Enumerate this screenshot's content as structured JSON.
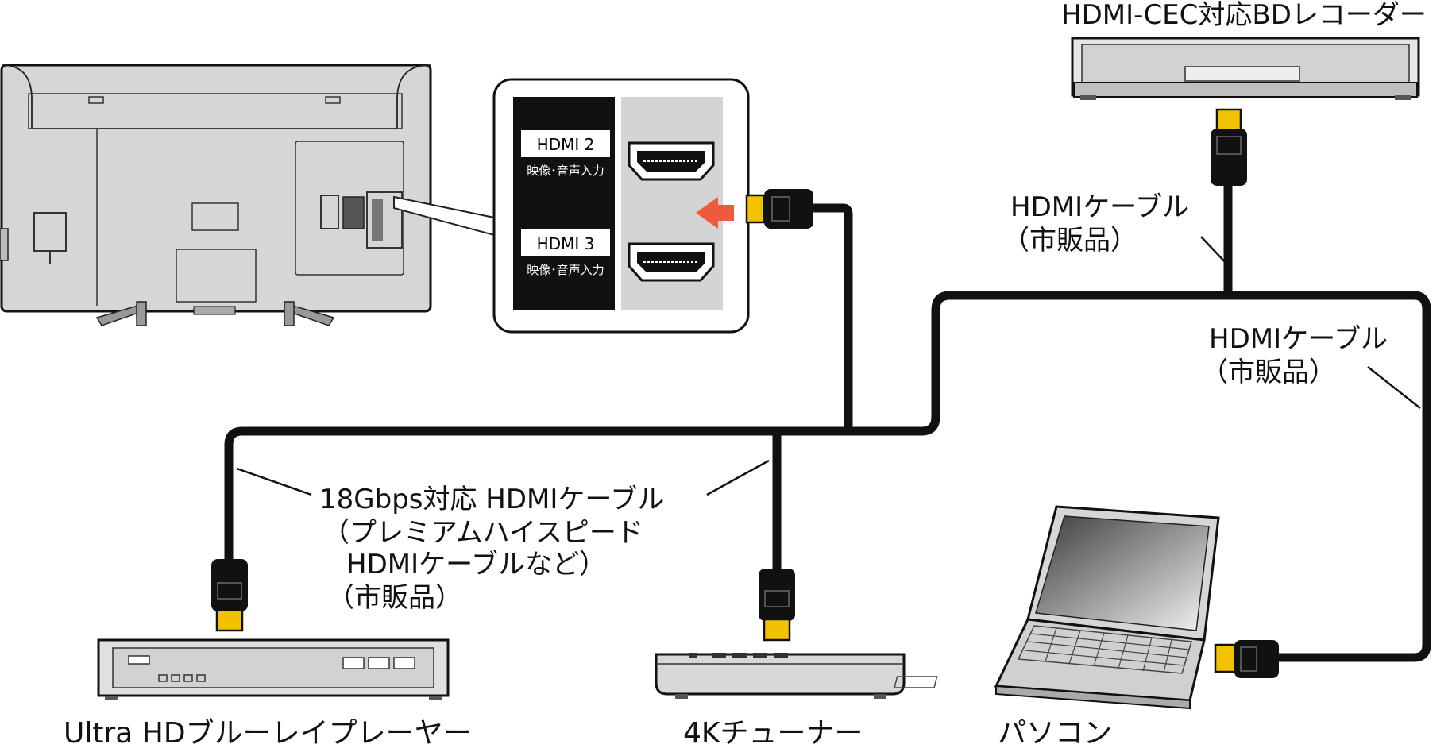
{
  "devices": {
    "recorder": "HDMI-CEC対応BDレコーダー",
    "player": "Ultra HDブルーレイプレーヤー",
    "tuner": "4Kチューナー",
    "pc": "パソコン"
  },
  "ports": {
    "hdmi2": {
      "name": "HDMI 2",
      "sub": "映像･音声入力"
    },
    "hdmi3": {
      "name": "HDMI 3",
      "sub": "映像･音声入力"
    }
  },
  "cables": {
    "recorder_cable": [
      "HDMIケーブル",
      "（市販品）"
    ],
    "pc_cable": [
      "HDMIケーブル",
      "（市販品）"
    ],
    "main_cable": [
      "18Gbps対応 HDMIケーブル",
      "（プレミアムハイスピード",
      "HDMIケーブルなど）",
      "（市販品）"
    ]
  },
  "colors": {
    "connector_gold": "#F2C200",
    "arrow": "#F05A3C",
    "panel_dark": "#111111",
    "panel_light": "#D4D4D4",
    "device_gray": "#D6D6D6"
  }
}
